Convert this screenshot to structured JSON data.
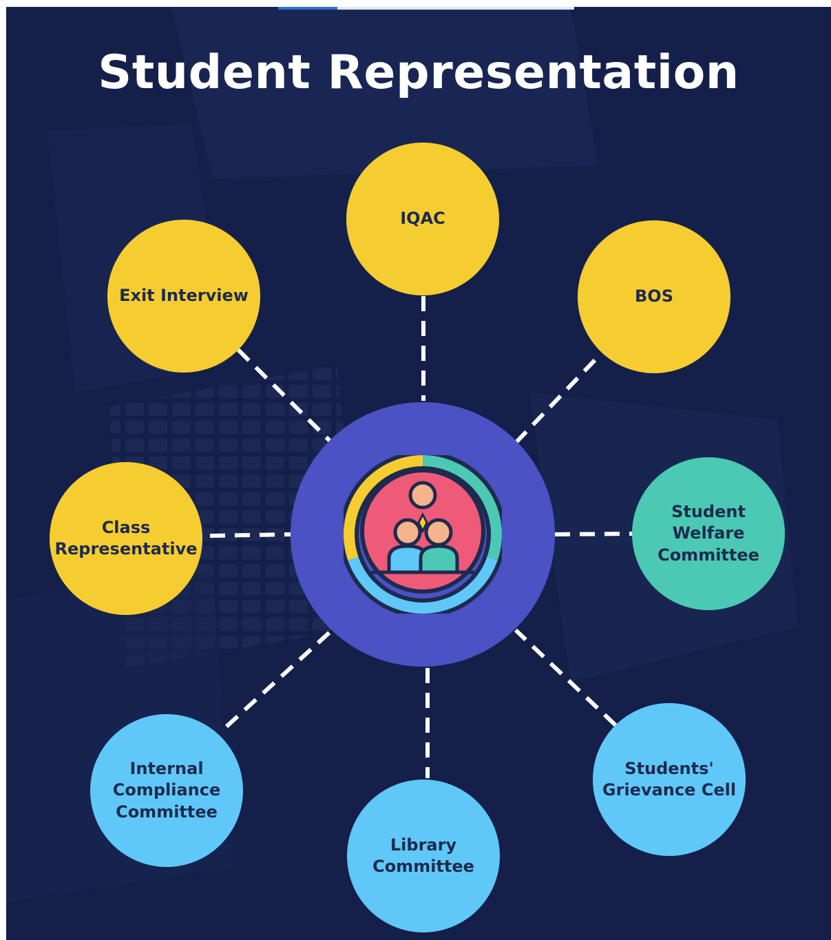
{
  "title": "Student Representation",
  "colors": {
    "background": "#14204a",
    "hub": "#4a52c4",
    "yellow": "#f6cd30",
    "teal": "#4bc9b4",
    "light_blue": "#5fc8f8",
    "label_text": "#1e2a4e",
    "connector": "#ffffff"
  },
  "hub": {
    "icon": "student-group-icon"
  },
  "nodes": [
    {
      "id": "iqac",
      "label": "IQAC",
      "color": "yellow"
    },
    {
      "id": "bos",
      "label": "BOS",
      "color": "yellow"
    },
    {
      "id": "exit-interview",
      "label": "Exit Interview",
      "color": "yellow"
    },
    {
      "id": "class-representative",
      "label": "Class\nRepresentative",
      "color": "yellow"
    },
    {
      "id": "student-welfare-committee",
      "label": "Student\nWelfare\nCommittee",
      "color": "teal"
    },
    {
      "id": "internal-compliance-committee",
      "label": "Internal\nCompliance\nCommittee",
      "color": "light_blue"
    },
    {
      "id": "library-committee",
      "label": "Library\nCommittee",
      "color": "light_blue"
    },
    {
      "id": "students-grievance-cell",
      "label": "Students'\nGrievance Cell",
      "color": "light_blue"
    }
  ]
}
